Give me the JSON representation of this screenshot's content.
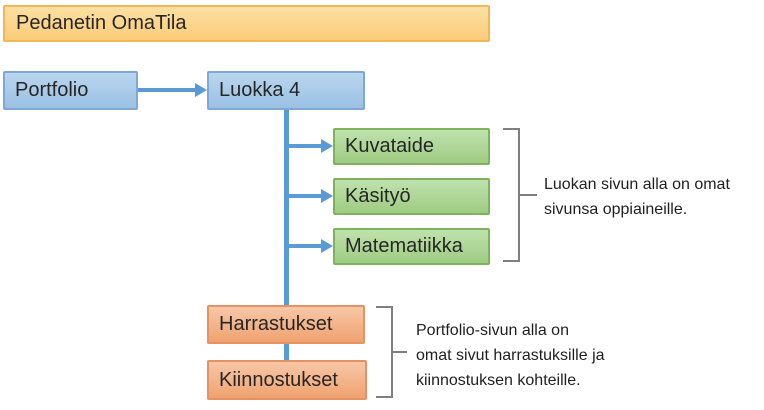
{
  "banner": {
    "label": "Pedanetin OmaTila"
  },
  "nodes": {
    "portfolio": {
      "label": "Portfolio"
    },
    "luokka4": {
      "label": "Luokka 4"
    },
    "kuvataide": {
      "label": "Kuvataide"
    },
    "kasityo": {
      "label": "Käsityö"
    },
    "matematiikka": {
      "label": "Matematiikka"
    },
    "harrastukset": {
      "label": "Harrastukset"
    },
    "kiinnostukset": {
      "label": "Kiinnostukset"
    }
  },
  "annotations": {
    "subjects": {
      "text": "Luokan sivun alla on omat sivunsa oppiaineille.",
      "lines": [
        "Luokan sivun alla on omat",
        "sivunsa oppiaineille."
      ]
    },
    "hobbies": {
      "text": "Portfolio-sivun alla on omat sivut harrastuksille ja kiinnostuksen kohteille.",
      "lines": [
        "Portfolio-sivun alla on",
        "omat sivut harrastuksille ja",
        "kiinnostuksen kohteille."
      ]
    }
  },
  "colors": {
    "banner_top": "#FDE0A3",
    "banner_bottom": "#FBCC79",
    "banner_border": "#F2B758",
    "blue_top": "#BAD6EE",
    "blue_bottom": "#9AC0E4",
    "blue_border": "#7FA8D6",
    "green_top": "#C0E2AE",
    "green_bottom": "#9FCB82",
    "green_border": "#7FB25D",
    "salmon_top": "#F8C7A8",
    "salmon_bottom": "#EFA26F",
    "salmon_border": "#E79263",
    "connector": "#5B9BD5",
    "bracket": "#7F7F7F",
    "text": "#262626"
  }
}
